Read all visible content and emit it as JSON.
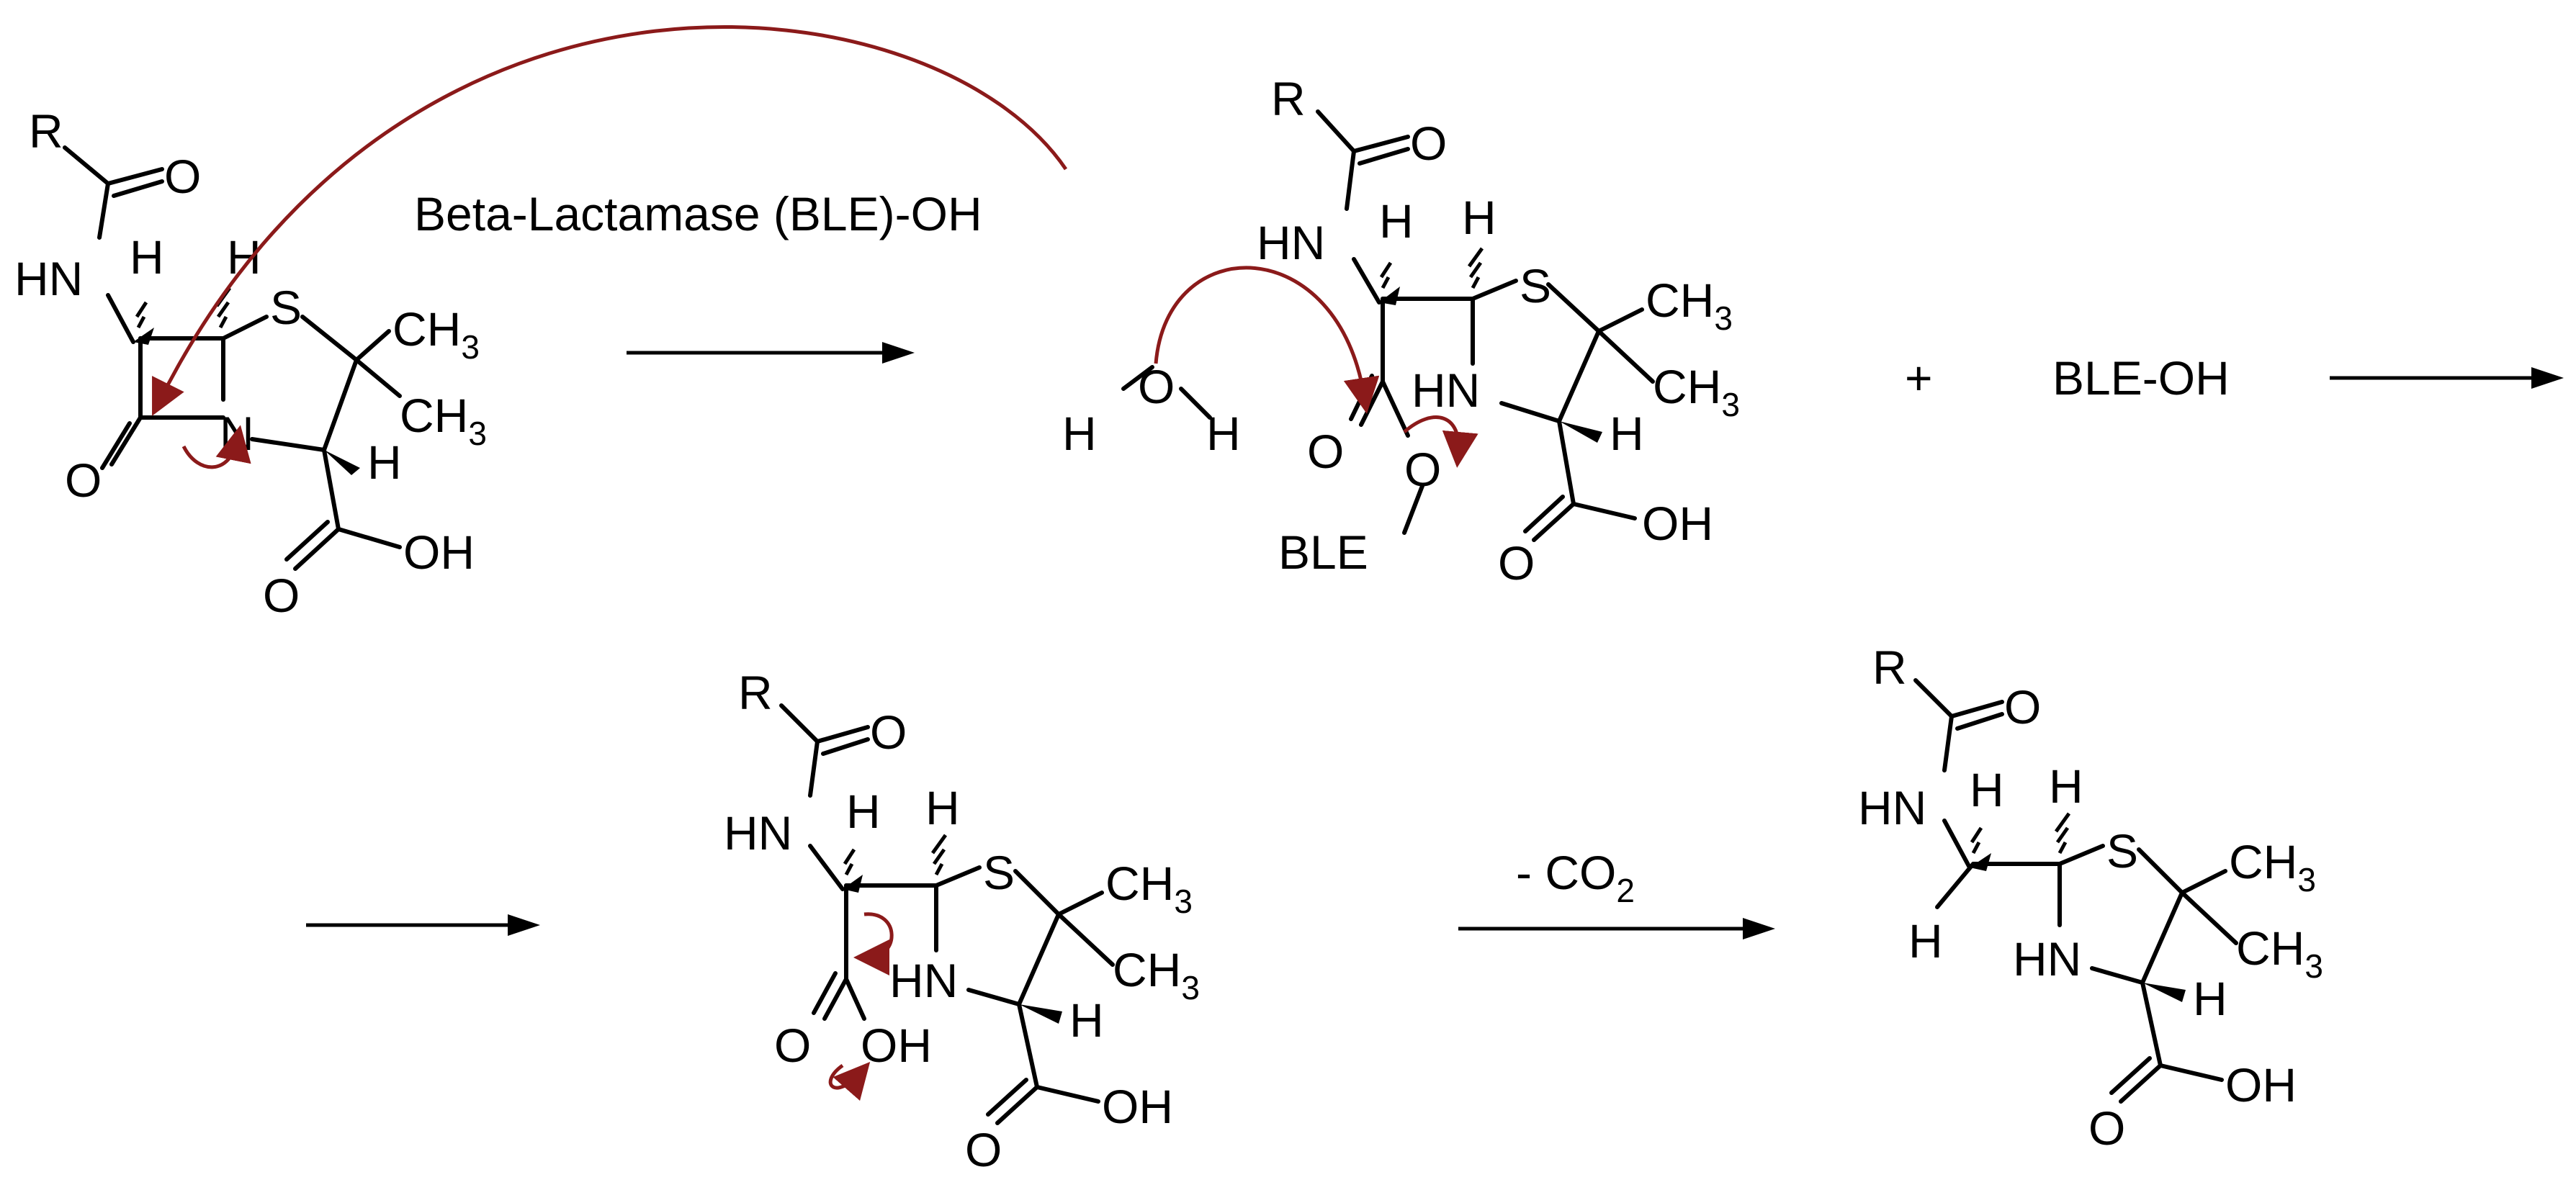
{
  "reagent_text": "Beta-Lactamase (BLE)-OH",
  "co2_text": "- CO",
  "co2_sub": "2",
  "plus_sign": "+",
  "ble_oh": "BLE-OH",
  "atoms": {
    "R": "R",
    "O": "O",
    "HN": "HN",
    "H": "H",
    "S": "S",
    "N": "N",
    "CH": "CH",
    "sub3": "3",
    "OH": "OH",
    "BLE": "BLE"
  },
  "colors": {
    "mechanism_arrow": "#8b1a1a",
    "structure": "#000000"
  }
}
